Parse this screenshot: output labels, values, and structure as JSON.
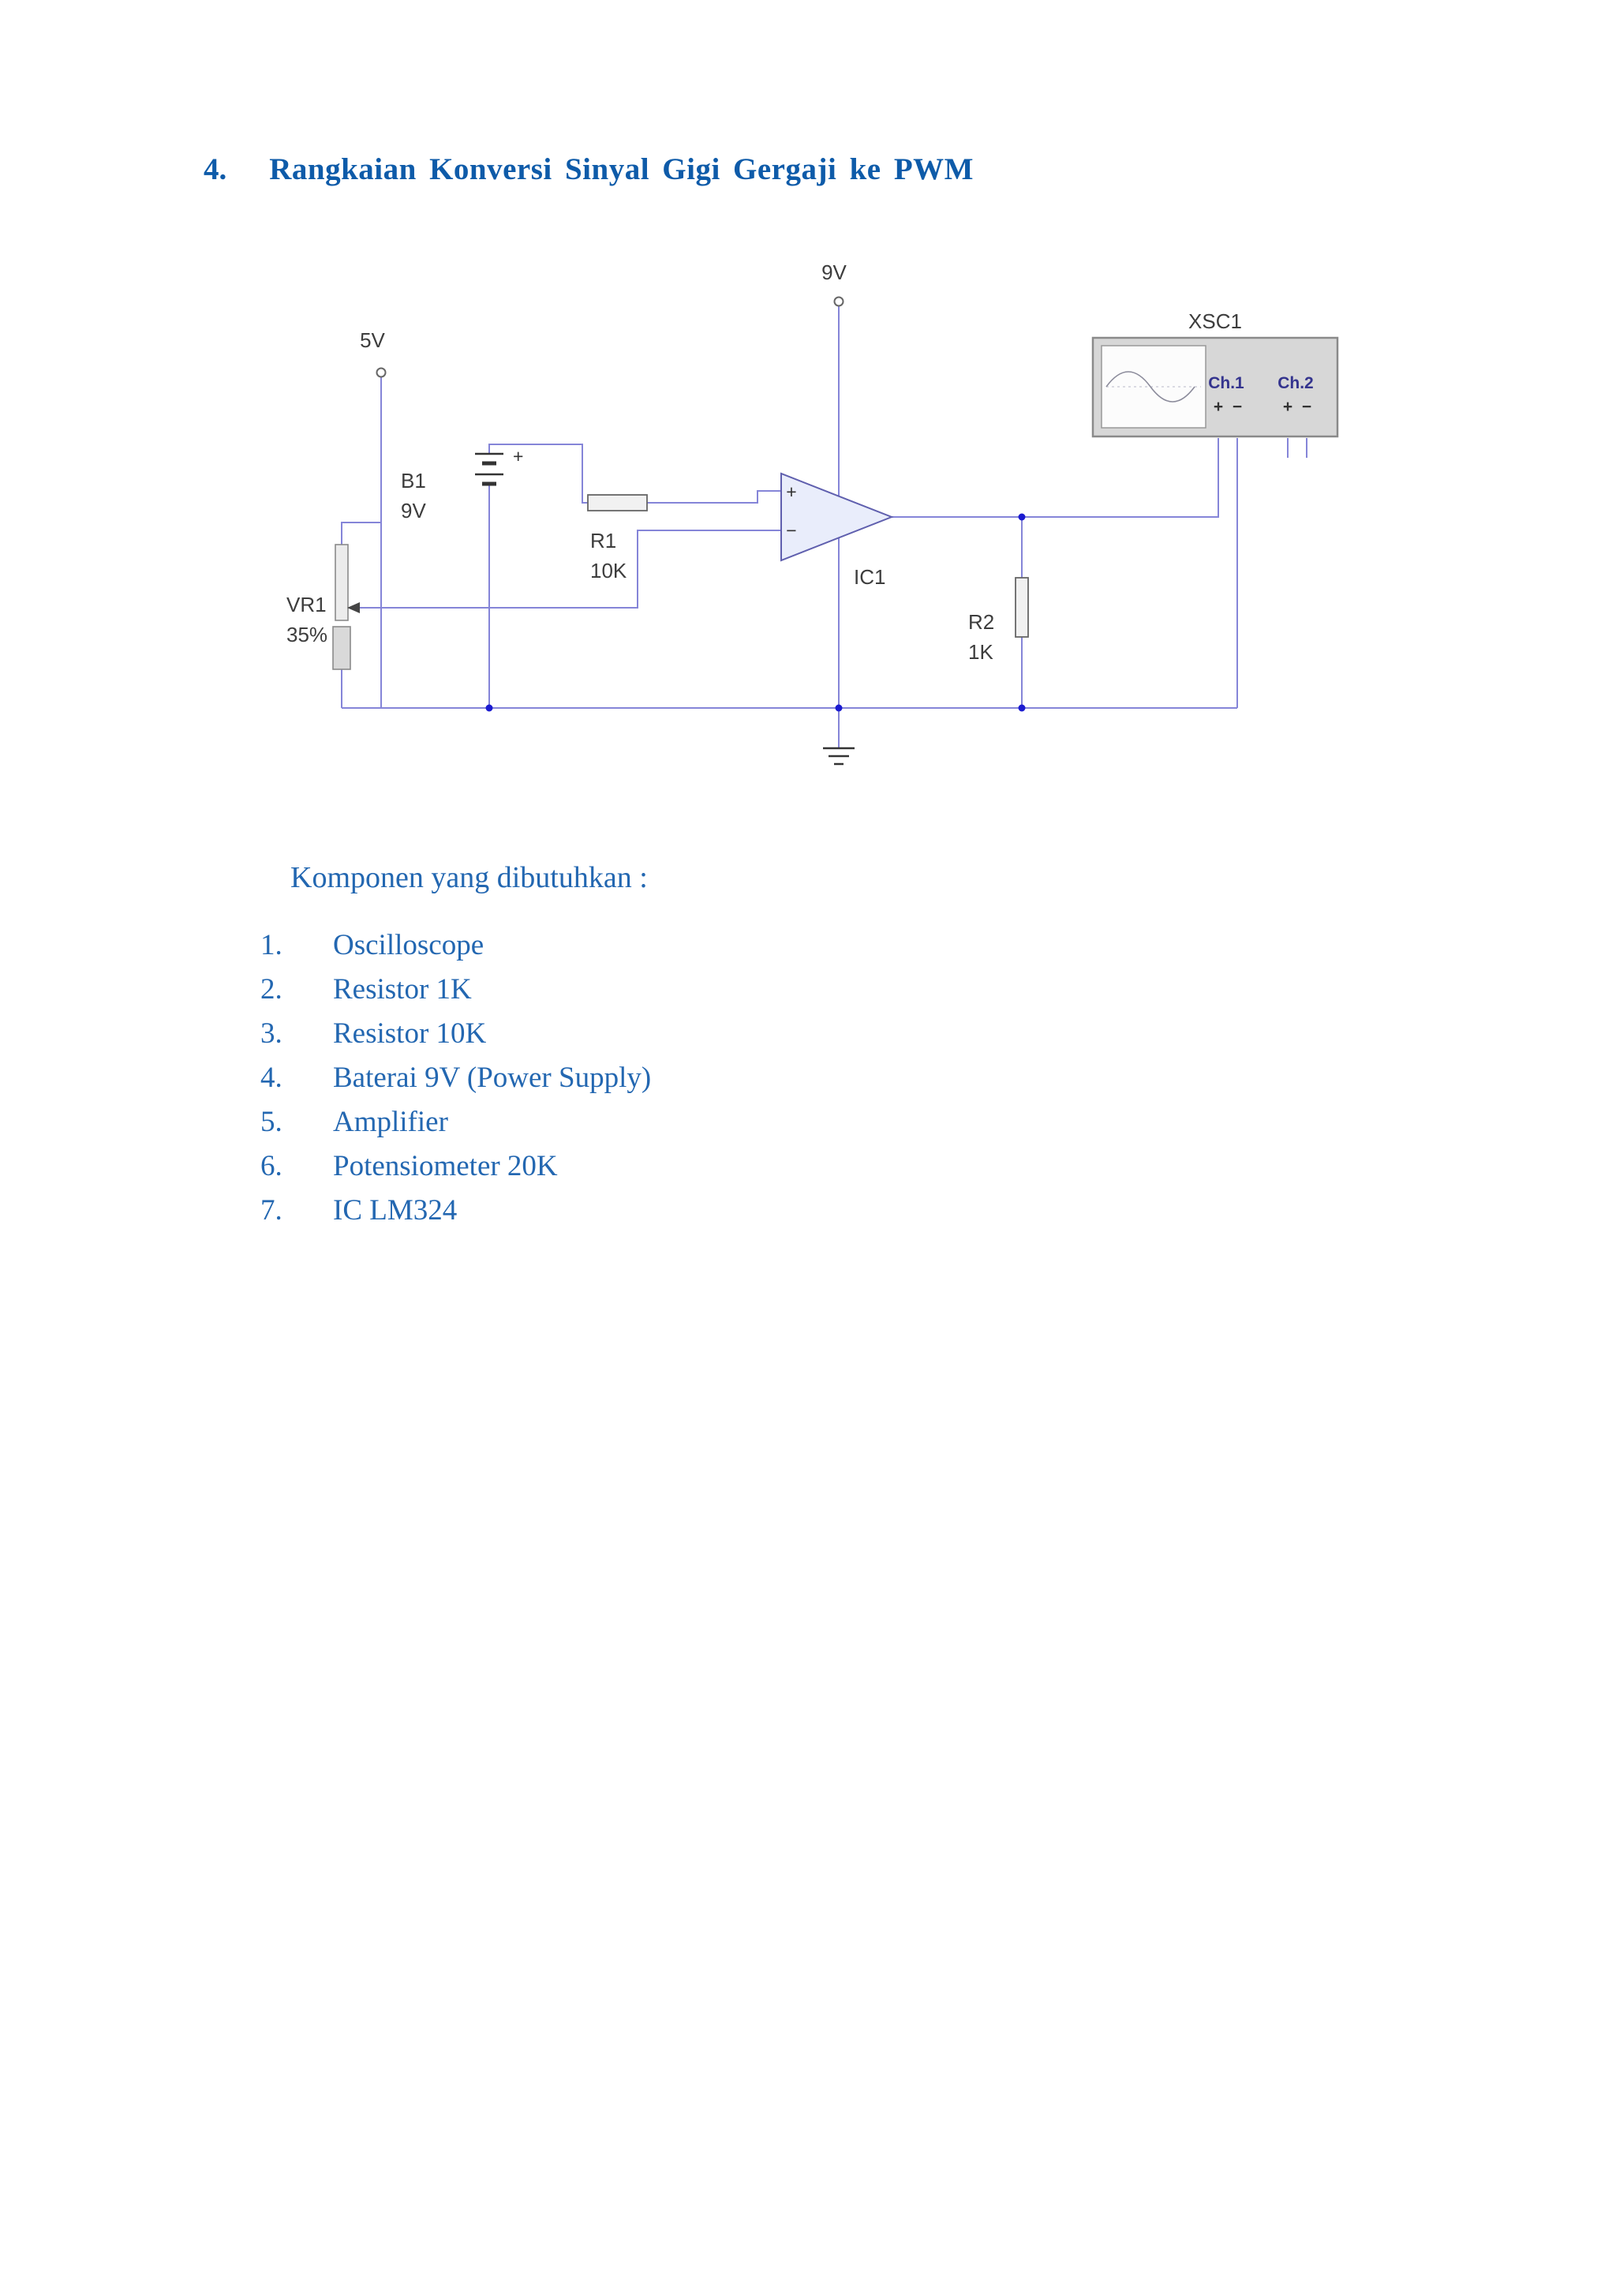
{
  "colors": {
    "heading": "#0e5ba9",
    "body_text": "#2367b1",
    "wire": "#8585d8",
    "junction": "#1b1bd0",
    "label_text": "#3d3d3d",
    "channel_text": "#34348e",
    "opamp_fill": "#e9edfb",
    "opamp_stroke": "#5f5fae",
    "scope_body": "#d7d7d7"
  },
  "page": {
    "heading": {
      "number": "4.",
      "title": "Rangkaian Konversi Sinyal Gigi Gergaji ke PWM"
    },
    "components_intro": "Komponen yang dibutuhkan :",
    "components": [
      {
        "num": "1.",
        "label": "Oscilloscope"
      },
      {
        "num": "2.",
        "label": "Resistor 1K"
      },
      {
        "num": "3.",
        "label": "Resistor 10K"
      },
      {
        "num": "4.",
        "label": "Baterai 9V (Power Supply)"
      },
      {
        "num": "5.",
        "label": "Amplifier"
      },
      {
        "num": "6.",
        "label": "Potensiometer 20K"
      },
      {
        "num": "7.",
        "label": "IC LM324"
      }
    ]
  },
  "circuit": {
    "power_9v_label": "9V",
    "power_5v_label": "5V",
    "battery": {
      "ref": "B1",
      "value": "9V",
      "polarity": "+"
    },
    "r1": {
      "ref": "R1",
      "value": "10K"
    },
    "r2": {
      "ref": "R2",
      "value": "1K"
    },
    "vr1": {
      "ref": "VR1",
      "value": "35%"
    },
    "opamp": {
      "ref": "IC1",
      "noninverting": "+",
      "inverting": "−"
    },
    "oscilloscope": {
      "ref": "XSC1",
      "ch1": "Ch.1",
      "ch2": "Ch.2",
      "plus": "+",
      "minus": "−"
    }
  }
}
